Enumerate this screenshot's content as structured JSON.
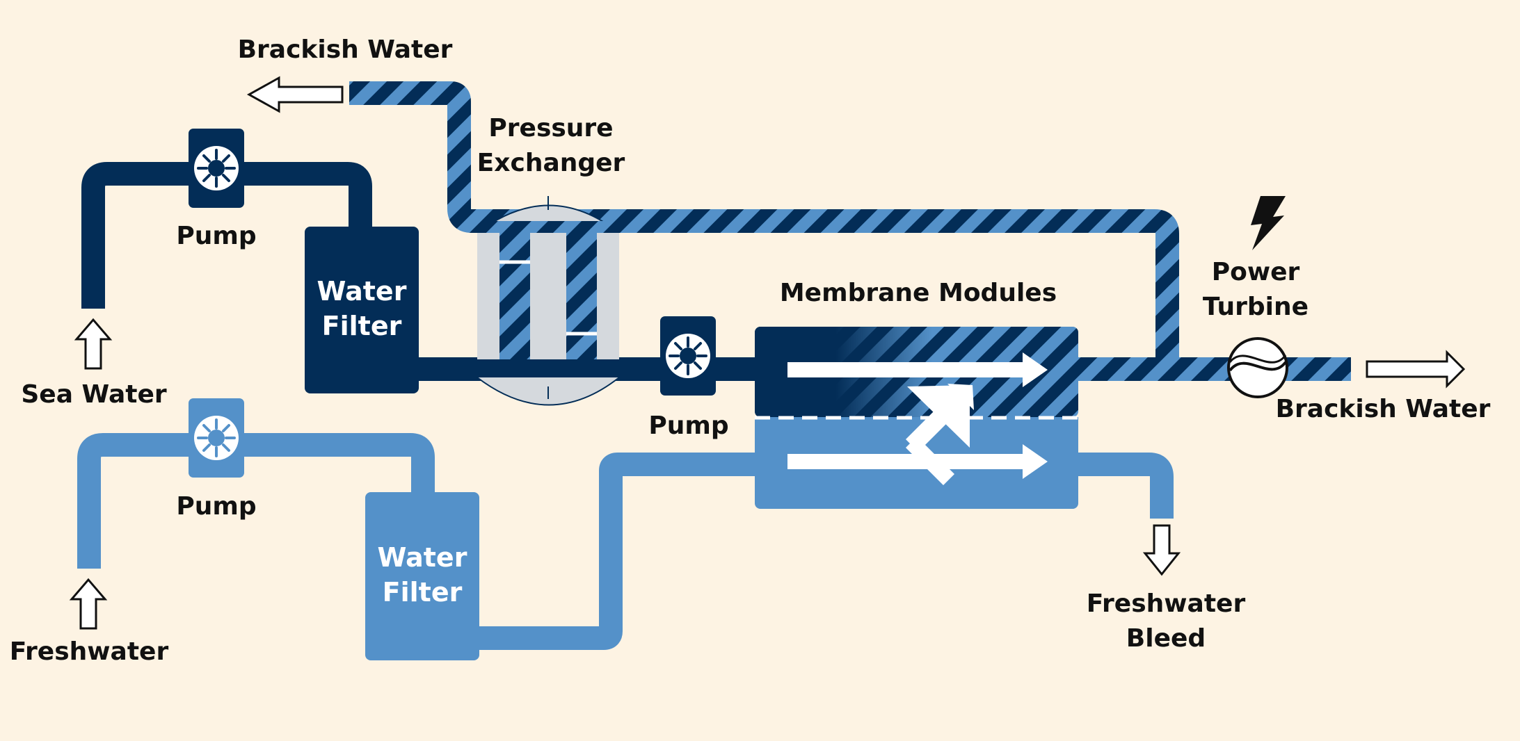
{
  "labels": {
    "brackish_water_top": "Brackish Water",
    "pressure_exchanger_1": "Pressure",
    "pressure_exchanger_2": "Exchanger",
    "pump_seawater": "Pump",
    "pump_freshwater": "Pump",
    "pump_main": "Pump",
    "sea_water": "Sea Water",
    "freshwater": "Freshwater",
    "water_filter_sea_1": "Water",
    "water_filter_sea_2": "Filter",
    "water_filter_fresh_1": "Water",
    "water_filter_fresh_2": "Filter",
    "membrane_modules": "Membrane Modules",
    "power_turbine_1": "Power",
    "power_turbine_2": "Turbine",
    "brackish_water_right": "Brackish Water",
    "freshwater_bleed_1": "Freshwater",
    "freshwater_bleed_2": "Bleed"
  },
  "colors": {
    "background": "#fdf3e3",
    "seawater_dark": "#032d57",
    "freshwater_light": "#5491c9",
    "brackish_stripe_light": "#5491c9",
    "brackish_stripe_dark": "#032d57",
    "exchanger_gray": "#d5d9dd"
  },
  "icons": {
    "pump": "pump-icon",
    "turbine": "turbine-icon",
    "lightning": "lightning-icon",
    "flow_arrow": "arrow-icon"
  }
}
